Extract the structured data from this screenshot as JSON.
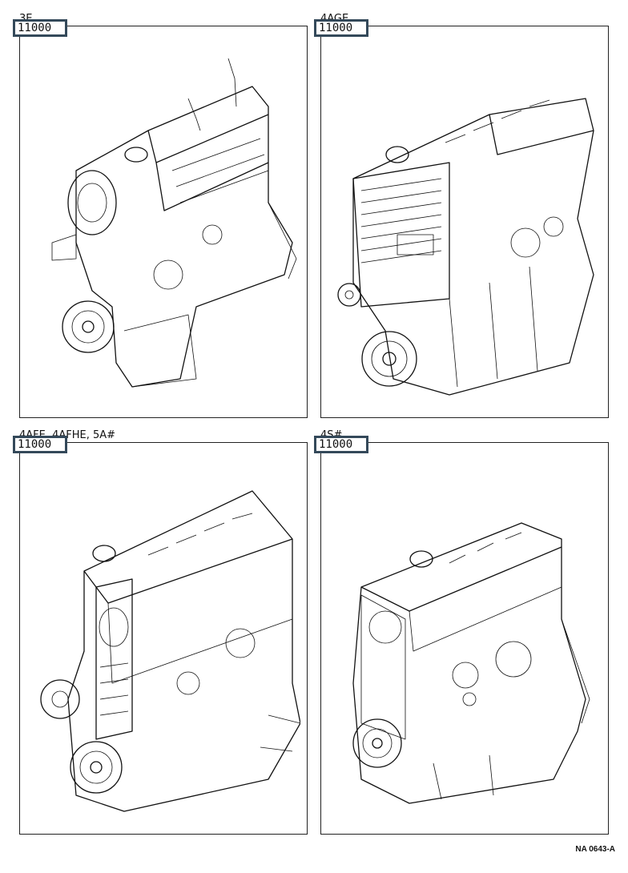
{
  "panels": [
    {
      "model": "3E",
      "part_number": "11000"
    },
    {
      "model": "4AGE",
      "part_number": "11000"
    },
    {
      "model": "4AFE, 4AFHE, 5A#",
      "part_number": "11000"
    },
    {
      "model": "4S#",
      "part_number": "11000"
    }
  ],
  "catalog_code": "NA 0643-A",
  "colors": {
    "frame": "#222222",
    "part_box_border": "#34495a",
    "line": "#111111"
  },
  "icons": [
    "engine-assembly-illustration"
  ]
}
